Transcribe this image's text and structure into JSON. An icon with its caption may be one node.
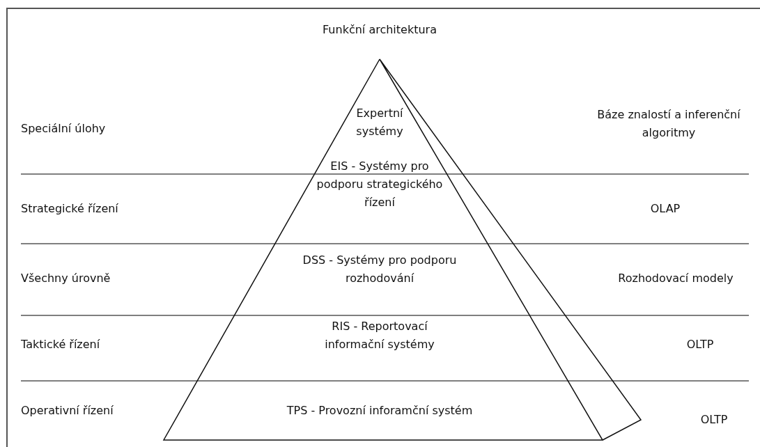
{
  "diagram": {
    "title": "Funkční architektura",
    "labels": [
      "Speciální úlohy",
      "Expertní systémy",
      "Báze znalostí a inferenční algoritmy",
      "Strategické řízení",
      "EIS - Systémy pro podporu strategického řízení",
      "OLAP",
      "Všechny úrovně",
      "DSS - Systémy pro podporu rozhodování",
      "Rozhodovací modely",
      "Taktické řízení",
      "RIS - Reportovací informační systémy",
      "OLTP",
      "Operativní řízení",
      "TPS - Provozní inforamční systém",
      "OLTP"
    ]
  }
}
